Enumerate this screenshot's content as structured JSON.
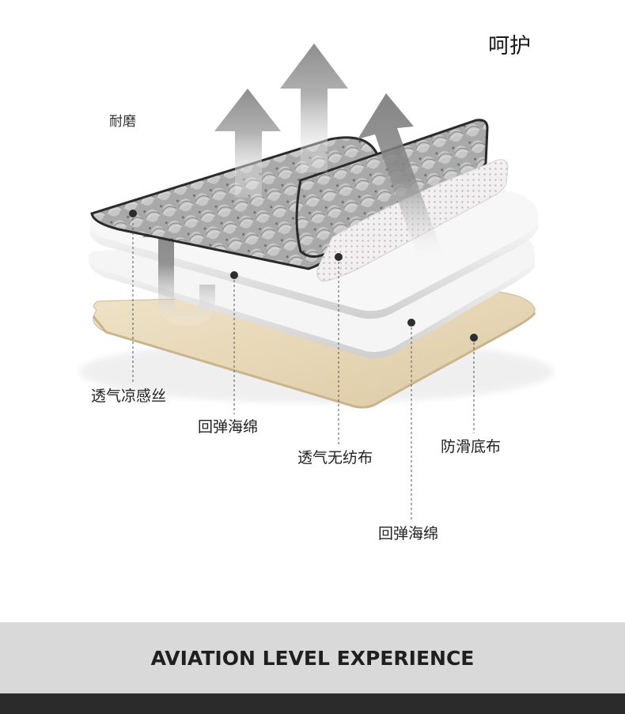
{
  "title": "呵护",
  "feature_label": "耐磨",
  "layers": {
    "cool_silk": "透气凉感丝",
    "foam_top": "回弹海绵",
    "nonwoven": "透气无纺布",
    "antislip": "防滑底布",
    "foam_bottom": "回弹海绵"
  },
  "banner": {
    "text": "AVIATION LEVEL EXPERIENCE"
  },
  "colors": {
    "base_beige": "#e8d9bb",
    "foam_white": "#f4f4f4",
    "arrow_gray": "#9a9a9a",
    "band_gray": "#d9d9d9",
    "footer_dark": "#2b2b2b"
  }
}
